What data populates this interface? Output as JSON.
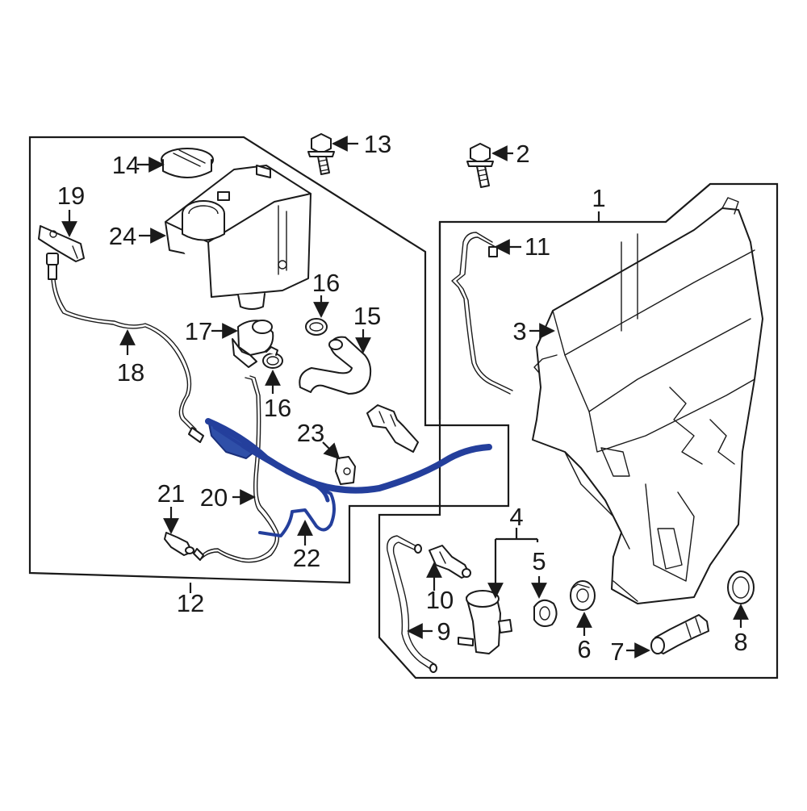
{
  "callouts": {
    "c1": "1",
    "c2": "2",
    "c3": "3",
    "c4": "4",
    "c5": "5",
    "c6": "6",
    "c7": "7",
    "c8": "8",
    "c9": "9",
    "c10": "10",
    "c11": "11",
    "c12": "12",
    "c13": "13",
    "c14": "14",
    "c15": "15",
    "c16a": "16",
    "c16b": "16",
    "c17": "17",
    "c18": "18",
    "c19": "19",
    "c20": "20",
    "c21": "21",
    "c22": "22",
    "c23": "23",
    "c24": "24"
  },
  "colors": {
    "highlight": "#2f4fa8",
    "line": "#1a1a1a",
    "background": "#ffffff"
  }
}
